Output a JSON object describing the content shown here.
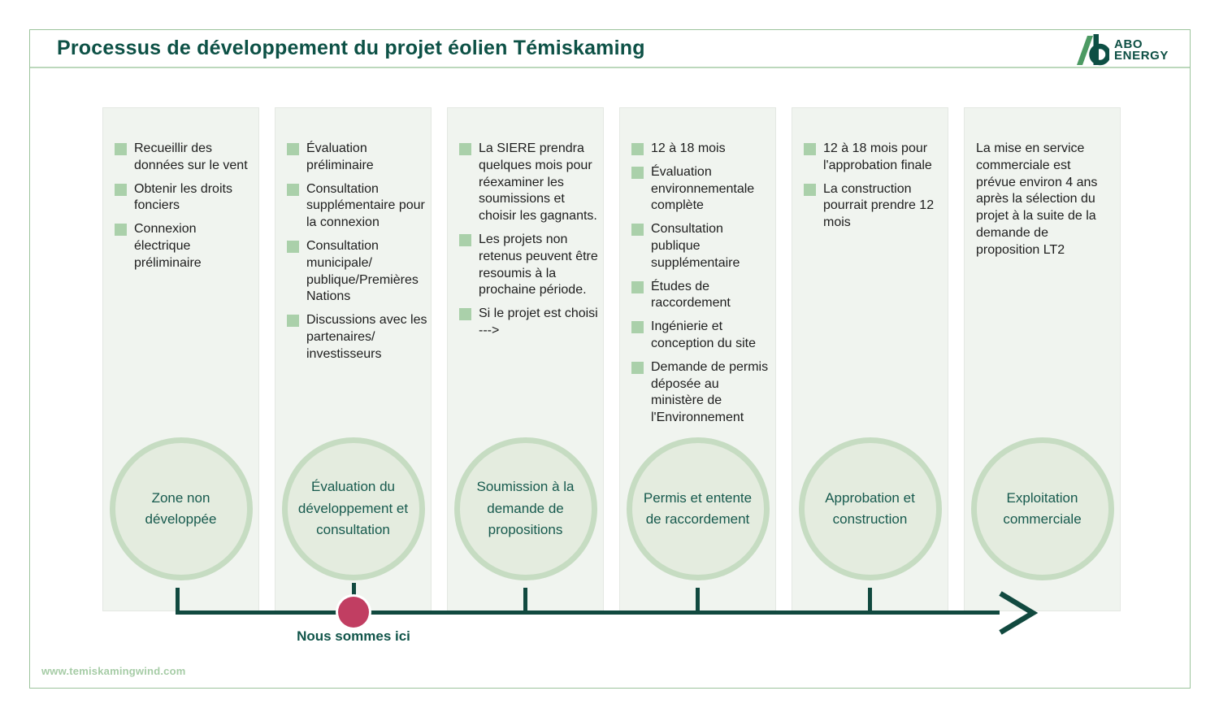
{
  "header": {
    "title": "Processus de développement du projet éolien Témiskaming",
    "logo": {
      "brand_top": "ABO",
      "brand_bottom": "ENERGY"
    }
  },
  "footer": {
    "website": "www.temiskamingwind.com"
  },
  "timeline": {
    "here_label": "Nous sommes ici"
  },
  "colors": {
    "accent_teal": "#0d5146",
    "timeline_teal": "#11493f",
    "bullet_green": "#aad0aa",
    "circle_ring": "#c6dcc2",
    "circle_fill": "#e4ecdf",
    "column_bg": "#f0f4ef",
    "frame_border": "#9dc49d",
    "here_dot_pink": "#c13e62",
    "website_green": "#a6cca6"
  },
  "stages": [
    {
      "circle": "Zone non développée",
      "bullets": [
        "Recueillir des données sur le vent",
        "Obtenir les droits fonciers",
        "Connexion électrique préliminaire"
      ]
    },
    {
      "circle": "Évaluation du développement et consultation",
      "bullets": [
        "Évaluation préliminaire",
        "Consultation supplémentaire pour la connexion",
        "Consultation municipale/ publique/Premières Nations",
        "Discussions avec les partenaires/ investisseurs"
      ]
    },
    {
      "circle": "Soumission à la demande de propositions",
      "bullets": [
        "La SIERE prendra quelques mois pour réexaminer les soumissions et choisir les gagnants.",
        "Les projets non retenus peuvent être resoumis à la prochaine période.",
        "Si le projet est choisi --->"
      ]
    },
    {
      "circle": "Permis et entente de raccordement",
      "bullets": [
        "12 à 18 mois",
        "Évaluation environnementale complète",
        "Consultation publique supplémentaire",
        "Études de raccordement",
        "Ingénierie et conception du site",
        "Demande de permis déposée au ministère de l'Environnement"
      ]
    },
    {
      "circle": "Approbation et construction",
      "bullets": [
        "12 à 18 mois pour l'approbation finale",
        "La construction pourrait prendre 12 mois"
      ]
    },
    {
      "circle": "Exploitation commerciale",
      "bullets": [],
      "paragraph": "La mise en service commerciale est prévue environ 4 ans après la sélection du projet à la suite de la demande de proposition LT2"
    }
  ]
}
